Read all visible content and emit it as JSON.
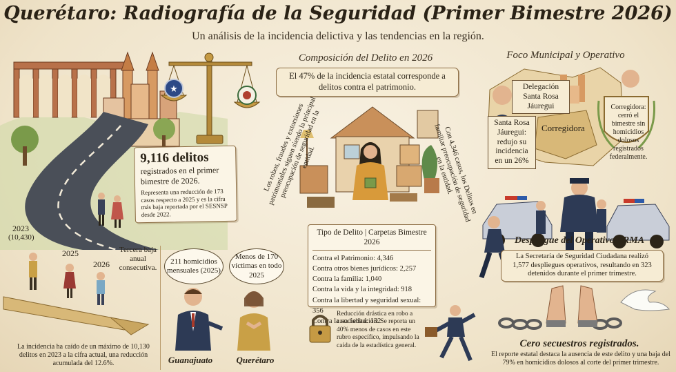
{
  "header": {
    "title": "Querétaro: Radiografía de la Seguridad (Primer Bimestre 2026)",
    "subtitle": "Un análisis de la incidencia delictiva y las tendencias en la región."
  },
  "left": {
    "headline_number": "9,116 delitos",
    "headline_rest": "registrados en el primer bimestre de 2026.",
    "headline_detail": "Representa una reducción de 173 casos respecto a 2025 y es la cifra más baja reportada por el SESNSP desde 2022.",
    "year_2023": "2023",
    "year_2023_value": "(10,430)",
    "year_2025": "2025",
    "year_2026": "2026",
    "tercera": "Tercera baja anual consecutiva.",
    "footnote": "La incidencia ha caído de un máximo de 10,130 delitos en 2023 a la cifra actual, una reducción acumulada del 12.6%."
  },
  "compare": {
    "bubble_gto": "211 homicidios mensuales (2025)",
    "bubble_qro": "Menos de 170 víctimas en todo 2025",
    "label_gto": "Guanajuato",
    "label_qro": "Querétaro"
  },
  "center": {
    "section_title": "Composición del Delito en 2026",
    "banner": "El 47% de la incidencia estatal corresponde a delitos contra el patrimonio.",
    "side_left": "Los robos, fraudes y extorsiones patrimoniales siguen siendo la principal preocupación de seguridad en la entidad.",
    "side_right": "Con 4,346 casos, los Delitos en familiar preocupación de seguridad en la entidad.",
    "table_header": "Tipo de Delito | Carpetas Bimestre 2026",
    "rows": [
      "Contra el Patrimonio: 4,346",
      "Contra otros bienes jurídicos: 2,257",
      "Contra la familia: 1,040",
      "Contra la vida y la integridad: 918",
      "Contra la libertad y seguridad sexual: 356",
      "Contra la sociedad: 132"
    ],
    "robo_note": "Reducción drástica en robo a casa habitación: Se reporta un 40% menos de casos en este rubro específico, impulsando la caída de la estadística general."
  },
  "right": {
    "section_title": "Foco Municipal y Operativo",
    "delegacion_label": "Delegación Santa Rosa Jáuregui",
    "santa_rosa_note": "Santa Rosa Jáuregui: redujo su incidencia en un 26%",
    "corregidora_label": "Corregidora",
    "corregidora_shield": "Corregidora: cerró el bimestre sin homicidios dolosos registrados federalmente.",
    "operativo_title": "Despliegue del Operativo ARMA",
    "operativo_text": "La Secretaría de Seguridad Ciudadana realizó 1,577 despliegues operativos, resultando en 323 detenidos durante el primer trimestre.",
    "secuestros_title": "Cero secuestros registrados.",
    "secuestros_text": "El reporte estatal destaca la ausencia de este delito y una baja del 79% en homicidios dolosos al corte del primer trimestre."
  },
  "colors": {
    "ink": "#2b2418",
    "parchment": "#f6ecd4",
    "road": "#4a4f58",
    "uniform": "#2d3a55",
    "accent_red": "#a83a2a"
  }
}
